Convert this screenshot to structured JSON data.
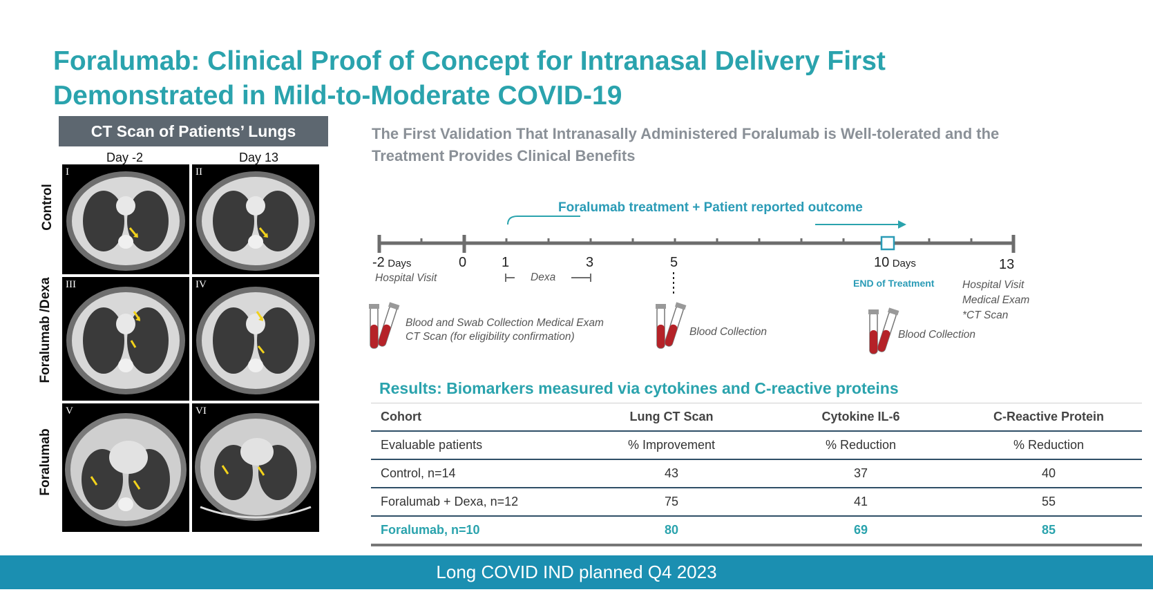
{
  "title": "Foralumab: Clinical Proof of Concept for Intranasal Delivery First Demonstrated in Mild-to-Moderate COVID-19",
  "ct_panel": {
    "header": "CT Scan of Patients’ Lungs",
    "columns": [
      "Day -2",
      "Day 13"
    ],
    "rows": [
      "Control",
      "Foralumab /Dexa",
      "Foralumab"
    ],
    "numerals": [
      "I",
      "II",
      "III",
      "IV",
      "V",
      "VI"
    ]
  },
  "subtitle": "The First Validation That Intranasally Administered Foralumab is Well-tolerated and the Treatment Provides Clinical Benefits",
  "timeline": {
    "treatment_label": "Foralumab treatment + Patient reported outcome",
    "ticks": [
      "-2",
      "0",
      "1",
      "3",
      "5",
      "10",
      "13"
    ],
    "days_word": "Days",
    "hospital_visit_start": "Hospital Visit",
    "dexa": "Dexa",
    "end_of_treatment": "END of Treatment",
    "end_notes": [
      "Hospital Visit",
      "Medical Exam",
      "*CT Scan"
    ],
    "collection_1": [
      "Blood and Swab Collection Medical Exam",
      "CT Scan (for eligibility confirmation)"
    ],
    "collection_2": "Blood  Collection",
    "collection_3": "Blood  Collection"
  },
  "results": {
    "title": "Results:  Biomarkers measured via cytokines and C-reactive proteins",
    "headers": [
      "Cohort",
      "Lung CT Scan",
      "Cytokine IL-6",
      "C-Reactive Protein"
    ],
    "rows": [
      [
        "Evaluable patients",
        "% Improvement",
        "% Reduction",
        "% Reduction"
      ],
      [
        "Control, n=14",
        "43",
        "37",
        "40"
      ],
      [
        "Foralumab + Dexa, n=12",
        "75",
        "41",
        "55"
      ],
      [
        "Foralumab, n=10",
        "80",
        "69",
        "85"
      ]
    ]
  },
  "footer": "Long COVID IND planned Q4 2023",
  "colors": {
    "teal": "#2aa3ad",
    "blue_accent": "#2a9bb6",
    "footer_bar": "#1b8fb1",
    "header_gray": "#5d6770",
    "tube_red": "#b52228"
  }
}
